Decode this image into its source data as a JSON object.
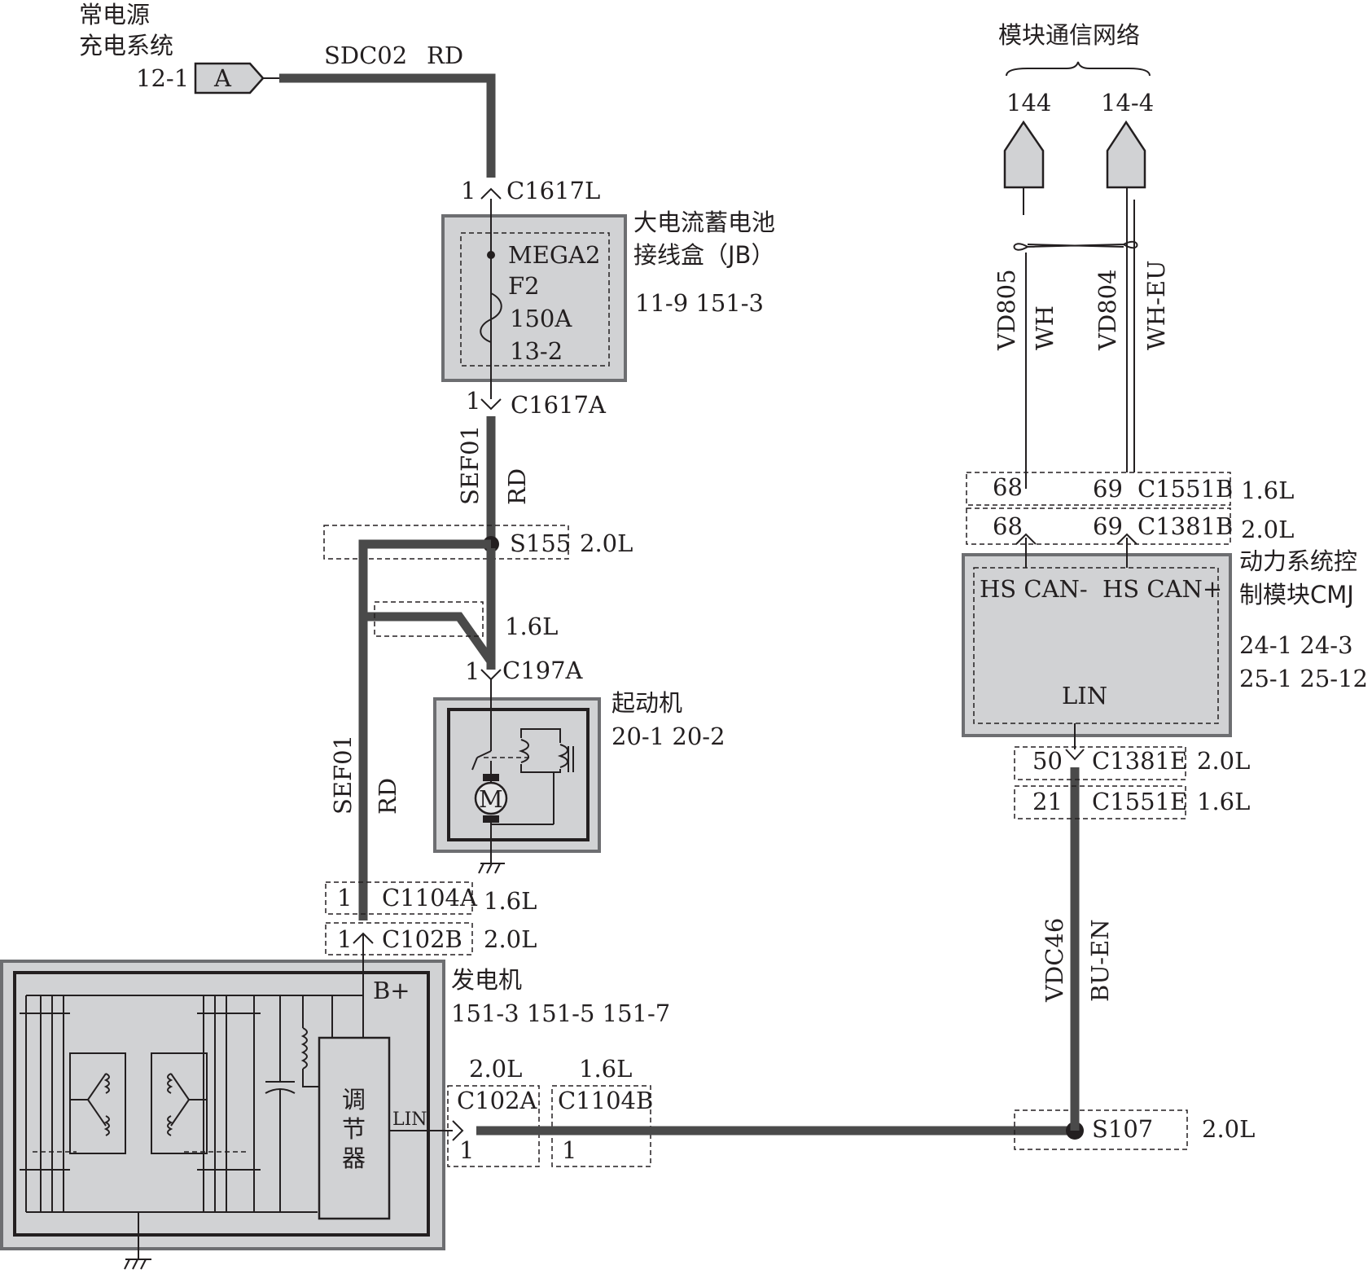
{
  "source_a": {
    "line1": "常电源",
    "line2": "充电系统",
    "ref": "12-1",
    "connector_label": "A",
    "wire_code": "SDC02",
    "wire_color": "RD"
  },
  "network": {
    "title": "模块通信网络",
    "ref_left": "144",
    "ref_right": "14-4",
    "wire_left_code": "VD805",
    "wire_left_color": "WH",
    "wire_right_code": "VD804",
    "wire_right_color": "WH-EU"
  },
  "jb": {
    "name_line1": "大电流蓄电池",
    "name_line2": "接线盒（JB）",
    "refs": "11-9  151-3",
    "fuse_name": "MEGA2",
    "fuse_id": "F2",
    "fuse_rating": "150A",
    "fuse_ref": "13-2",
    "conn_top": "C1617L",
    "conn_top_pin": "1",
    "conn_bottom": "C1617A",
    "conn_bottom_pin": "1"
  },
  "wire_sef01": {
    "code": "SEF01",
    "color": "RD"
  },
  "splice_s155": {
    "name": "S155",
    "engine": "2.0L"
  },
  "starter": {
    "engine_variant": "1.6L",
    "conn": "C197A",
    "conn_pin": "1",
    "name": "起动机",
    "refs": "20-1   20-2",
    "motor": "M"
  },
  "gen_conn": {
    "c1104a_pin": "1",
    "c1104a": "C1104A",
    "c1104a_engine": "1.6L",
    "c102b_pin": "1",
    "c102b": "C102B",
    "c102b_engine": "2.0L"
  },
  "generator": {
    "name": "发电机",
    "refs": "151-3    151-5    151-7",
    "terminal": "B+",
    "regulator_chars": [
      "调",
      "节",
      "器"
    ],
    "lin_label": "LIN"
  },
  "lin_conn": {
    "c102a_engine": "2.0L",
    "c102a": "C102A",
    "c102a_pin": "1",
    "c1104b_engine": "1.6L",
    "c1104b": "C1104B",
    "c1104b_pin": "1"
  },
  "pcm": {
    "c1551b_left_pin": "68",
    "c1551b_right_pin": "69",
    "c1551b": "C1551B",
    "c1551b_engine": "1.6L",
    "c1381b_left_pin": "68",
    "c1381b_right_pin": "69",
    "c1381b": "C1381B",
    "c1381b_engine": "2.0L",
    "name_line1": "动力系统控",
    "name_line2": "制模块CMJ",
    "refs_line1": "24-1 24-3",
    "refs_line2": "25-1 25-12",
    "can_minus": "HS CAN-",
    "can_plus": "HS CAN+",
    "lin": "LIN",
    "c1381e_pin": "50",
    "c1381e": "C1381E",
    "c1381e_engine": "2.0L",
    "c1551e_pin": "21",
    "c1551e": "C1551E",
    "c1551e_engine": "1.6L"
  },
  "wire_vdc46": {
    "code": "VDC46",
    "color": "BU-EN"
  },
  "splice_s107": {
    "name": "S107",
    "engine": "2.0L"
  },
  "colors": {
    "wire": "#4a4a4a",
    "module_fill": "#d1d2d4",
    "ink": "#231f20"
  }
}
